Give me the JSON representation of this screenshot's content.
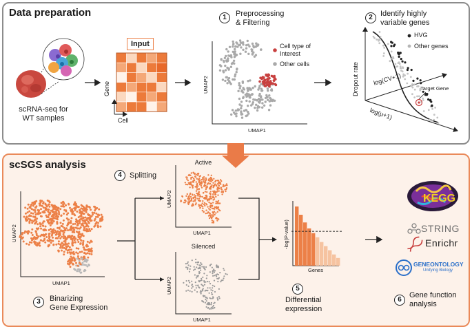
{
  "sections": {
    "top_title": "Data preparation",
    "bottom_title": "scSGS analysis"
  },
  "steps": [
    {
      "num": "1",
      "label_l1": "Preprocessing",
      "label_l2": "& Filtering"
    },
    {
      "num": "2",
      "label_l1": "Identify highly",
      "label_l2": "variable genes"
    },
    {
      "num": "3",
      "label_l1": "Binarizing",
      "label_l2": "Gene Expression"
    },
    {
      "num": "4",
      "label_l1": "Splitting",
      "label_l2": ""
    },
    {
      "num": "5",
      "label_l1": "Differential",
      "label_l2": "expression"
    },
    {
      "num": "6",
      "label_l1": "Gene function",
      "label_l2": "analysis"
    }
  ],
  "sample": {
    "label_l1": "scRNA-seq for",
    "label_l2": "WT samples"
  },
  "input": {
    "label": "Input",
    "x_axis": "Cell",
    "y_axis": "Gene"
  },
  "umap": {
    "x_axis": "UMAP1",
    "y_axis": "UMAP2"
  },
  "legend_cells": {
    "interest_l1": "Cell type of",
    "interest_l2": "Interest",
    "other": "Other cells"
  },
  "hvg_plot": {
    "y_axis": "Dropout rate",
    "axis_cv": "log(CV+1)",
    "axis_mu": "log(μ+1)",
    "legend_hvg": "HVG",
    "legend_other": "Other genes",
    "target": "Target Gene"
  },
  "split": {
    "active": "Active",
    "silenced": "Silenced"
  },
  "bar_chart": {
    "y_axis": "-log(P-value)",
    "x_axis": "Genes",
    "values": [
      10,
      8.6,
      7.3,
      6.3,
      5.5,
      4.8,
      4.0,
      3.3,
      2.6,
      1.9,
      1.3
    ],
    "threshold": 5.8
  },
  "databases": {
    "kegg": "KEGG",
    "string": "STRING",
    "enrichr": "Enrichr",
    "go": "GENEONTOLOGY",
    "go_sub": "Unifying Biology"
  },
  "colors": {
    "orange": "#ec8047",
    "light_orange": "#f6c3a0",
    "grey": "#a9a9a9",
    "red": "#c8403f",
    "dark": "#222222",
    "panel_border_top": "#8c8c8c",
    "panel_border_bottom": "#ea8a5a",
    "panel_fill_bottom": "#fdf2ea"
  }
}
